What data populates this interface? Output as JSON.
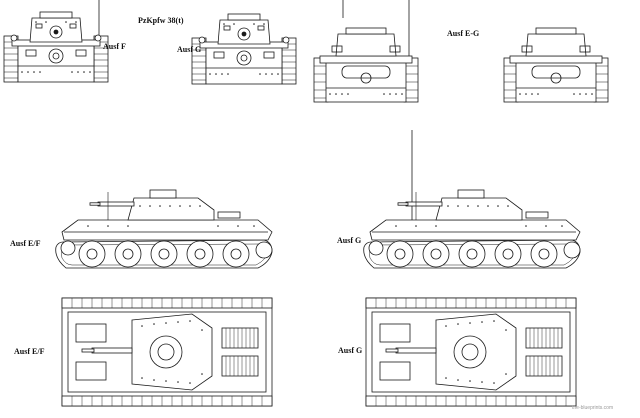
{
  "title": "PzKpfw 38(t)",
  "labels": {
    "front_f": "Ausf F",
    "front_g": "Ausf G",
    "rear_eg": "Ausf E-G",
    "side_ef": "Ausf E/F",
    "side_g": "Ausf G",
    "top_ef": "Ausf E/F",
    "top_g": "Ausf G"
  },
  "watermark": "the-blueprints.com",
  "colors": {
    "ink": "#1a1a1a",
    "background": "#ffffff",
    "watermark": "#9a9a9a"
  }
}
